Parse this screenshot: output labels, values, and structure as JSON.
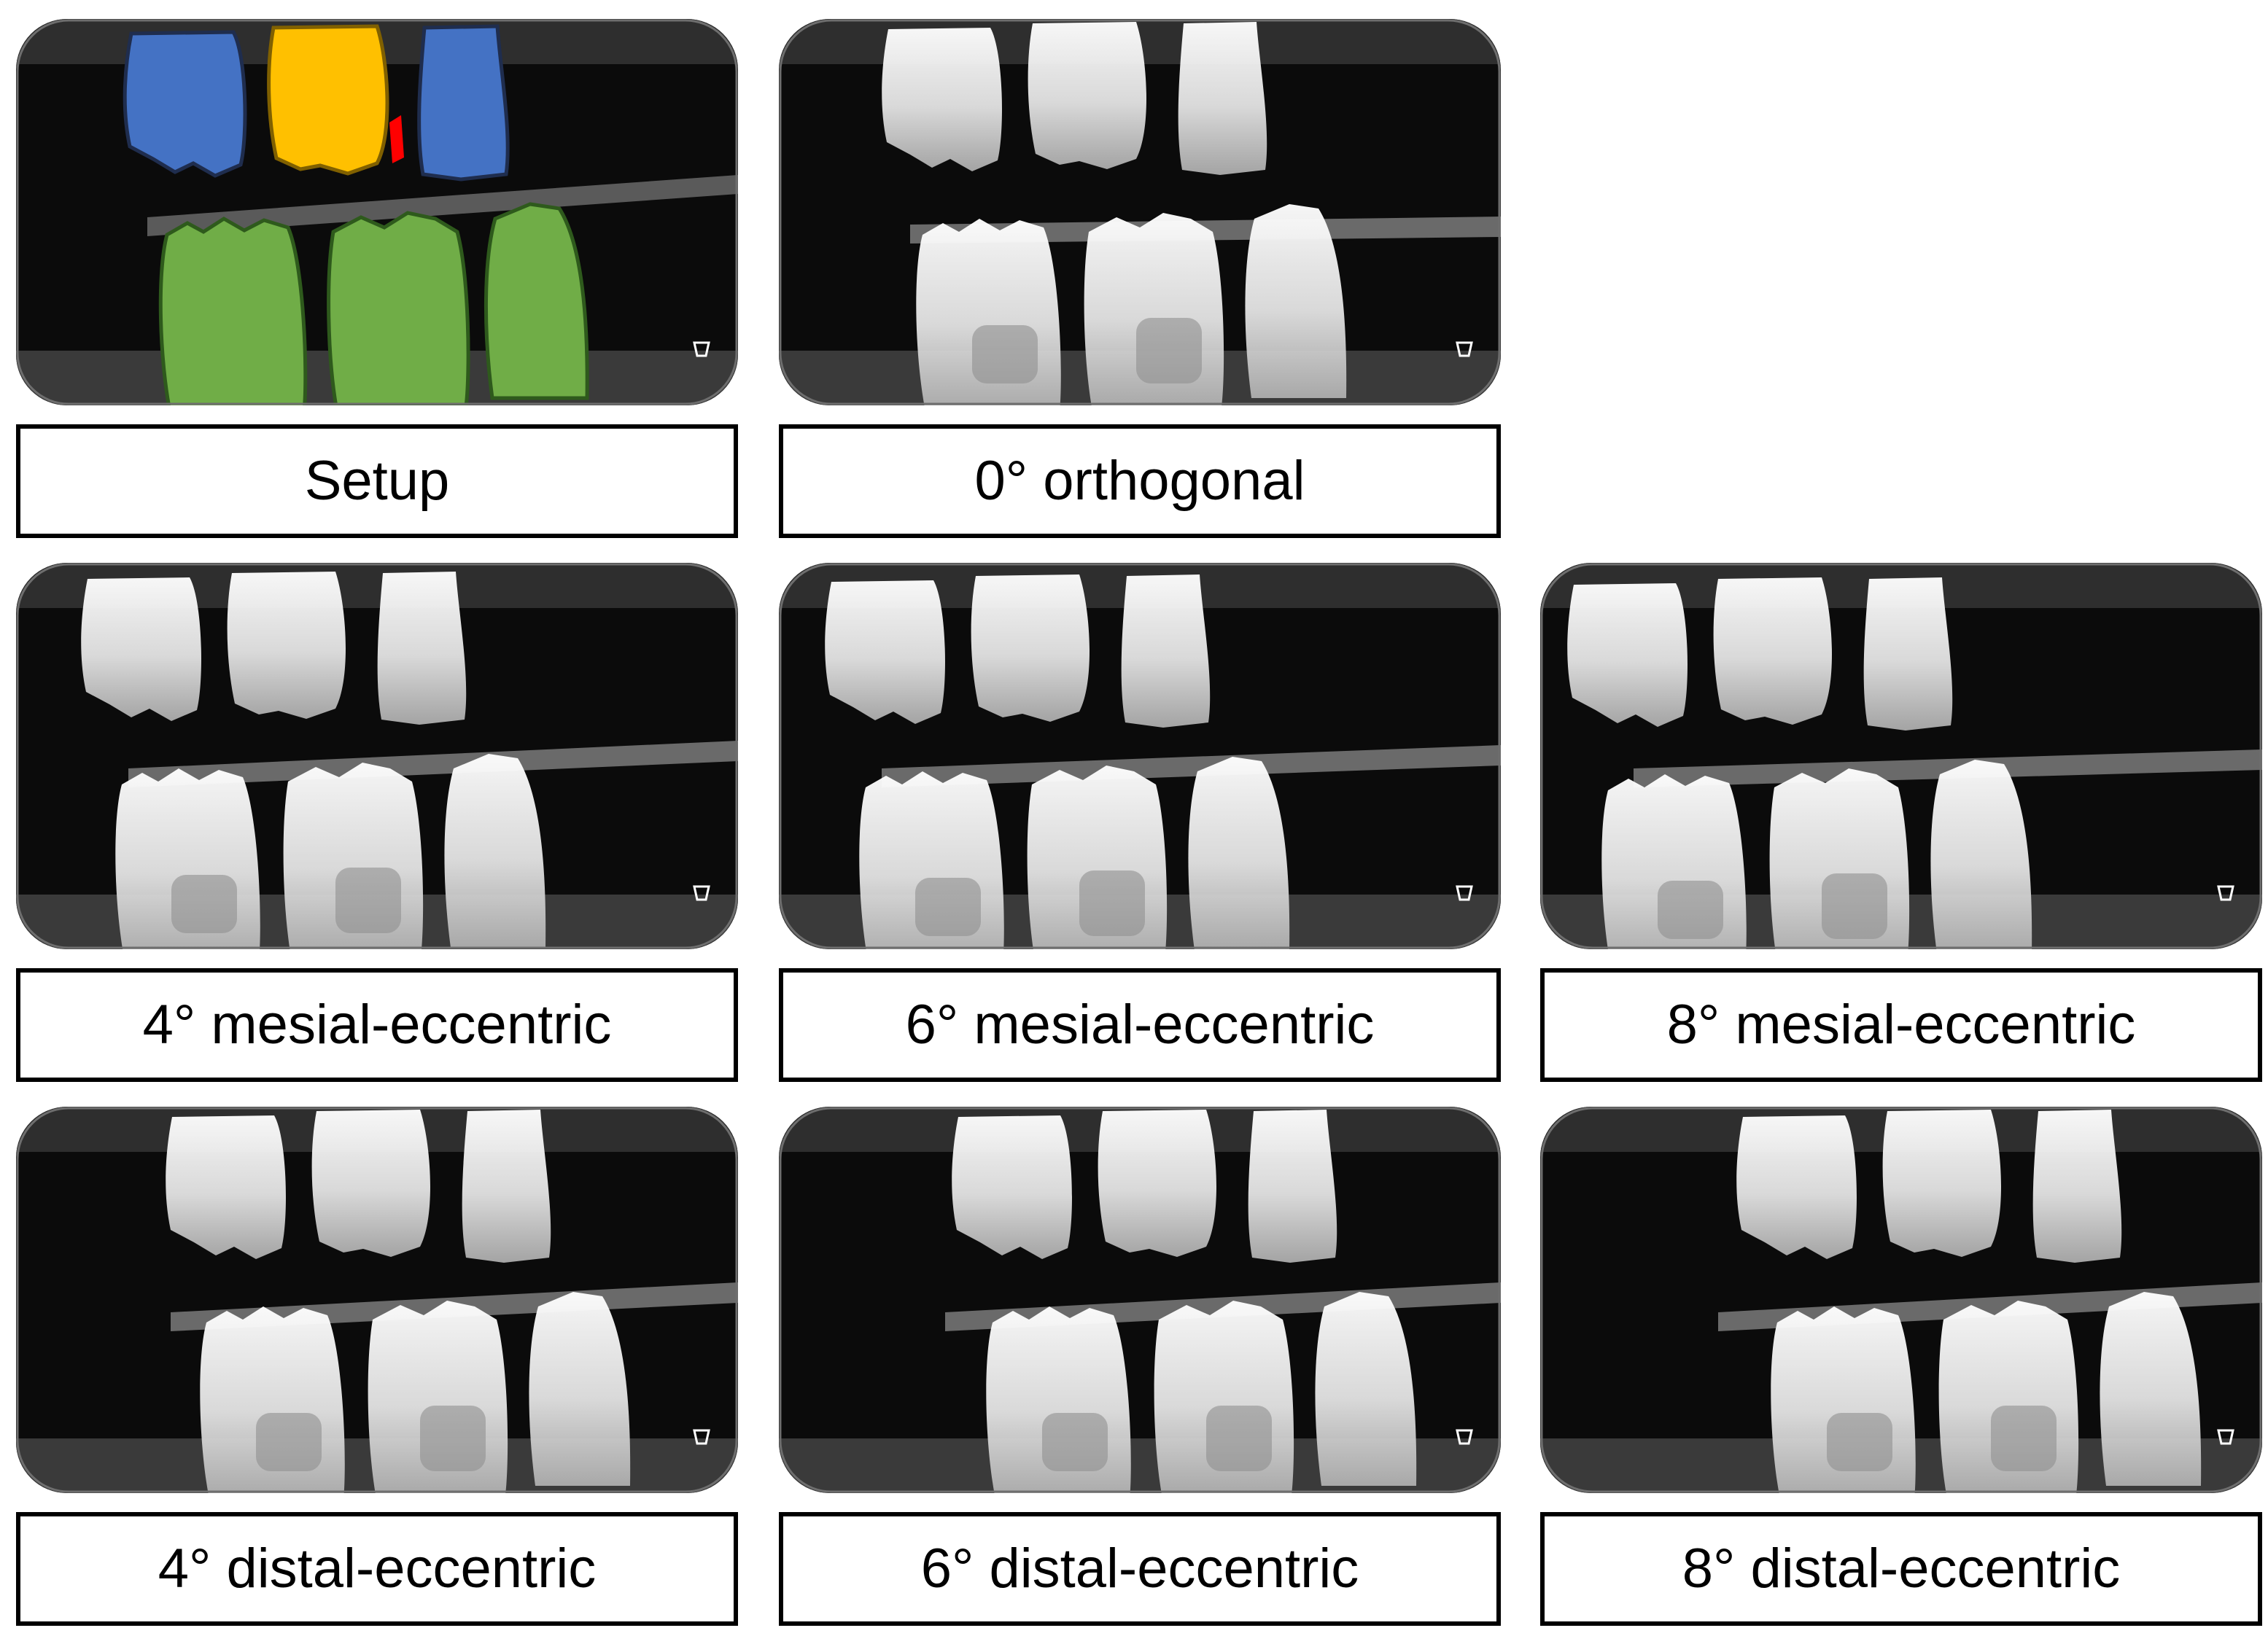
{
  "colors": {
    "film_background": "#0b0b0b",
    "film_border": "#6e6e6e",
    "tooth_radiograph": "#d9d9d9",
    "segment_neighbor_upper": "#4472c4",
    "segment_target": "#ffc000",
    "segment_lesion": "#ff0000",
    "segment_lower": "#70ad47",
    "label_border": "#000000"
  },
  "panels": [
    {
      "label": "Setup",
      "image": "segmentation-overlay",
      "view": "setup",
      "angle_deg": 0
    },
    {
      "label": "0° orthogonal",
      "image": "bitewing-radiograph",
      "view": "orthogonal",
      "angle_deg": 0
    },
    {
      "label": "4° mesial-eccentric",
      "image": "bitewing-radiograph",
      "view": "mesial",
      "angle_deg": 4
    },
    {
      "label": "6° mesial-eccentric",
      "image": "bitewing-radiograph",
      "view": "mesial",
      "angle_deg": 6
    },
    {
      "label": "8° mesial-eccentric",
      "image": "bitewing-radiograph",
      "view": "mesial",
      "angle_deg": 8
    },
    {
      "label": "4° distal-eccentric",
      "image": "bitewing-radiograph",
      "view": "distal",
      "angle_deg": 4
    },
    {
      "label": "6° distal-eccentric",
      "image": "bitewing-radiograph",
      "view": "distal",
      "angle_deg": 6
    },
    {
      "label": "8° distal-eccentric",
      "image": "bitewing-radiograph",
      "view": "distal",
      "angle_deg": 8
    }
  ]
}
